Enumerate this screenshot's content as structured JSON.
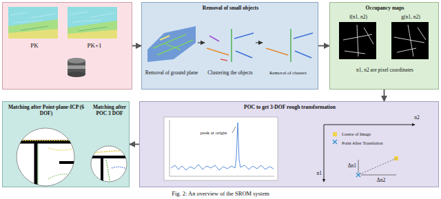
{
  "diagram": {
    "caption": "Fig. 2: An overview of the SROM system",
    "nodes": [
      {
        "text": [
          "PK",
          "PK+1"
        ]
      },
      {
        "text": [
          "Removal of small objects",
          "Removal of ground plane",
          "Clustering the objects",
          "Removal of clusters"
        ]
      },
      {
        "text": [
          "Occupancy maps",
          "f(n1, n2)",
          "g(n1, n2)",
          "n1, n2 are pixel coordinates"
        ]
      },
      {
        "text": [
          "POC to get 3-DOF rough transformation",
          "peak at origin",
          "n2",
          "n1",
          "Centre of Image",
          "Point After Translation",
          "Δn1",
          "Δn2"
        ]
      },
      {
        "text": [
          "Matching after Point-plane-ICP (6 DOF)",
          "Matching after POC 3 DOF"
        ]
      }
    ],
    "edges": [
      {
        "from": 0,
        "to": 1,
        "arrow": "to"
      },
      {
        "from": 1,
        "to": 2,
        "arrow": "to"
      },
      {
        "from": 2,
        "to": 3,
        "arrow": "to"
      },
      {
        "from": 3,
        "to": 4,
        "arrow": "to"
      }
    ]
  }
}
